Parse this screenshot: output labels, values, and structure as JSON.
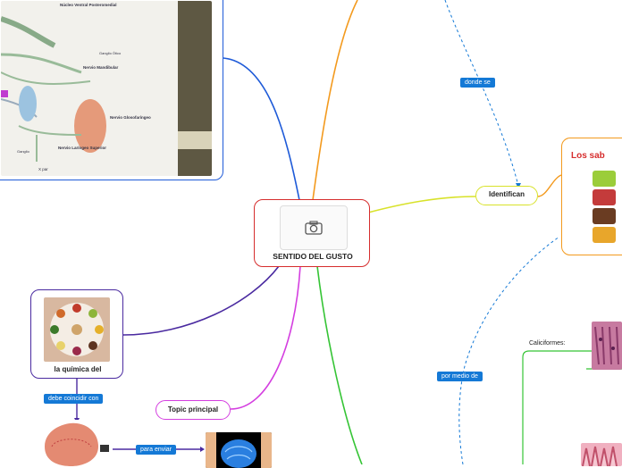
{
  "central": {
    "title": "SENTIDO DEL GUSTO",
    "icon": "camera-icon"
  },
  "nodes": {
    "identifican": "Identifican",
    "quimica": "la química del",
    "topic": "Topic principal",
    "caliciformes": "Caliciformes:",
    "sabores_title": "Los sab"
  },
  "tags": {
    "donde_se": "donde se",
    "debe_coincidir": "debe coincidir con",
    "para_enviar": "para enviar",
    "por_medio_de": "por medio de"
  },
  "nerve_image_labels": {
    "nucleo": "Núcleo Ventral Posteromedial",
    "mandibular": "Nervio Mandibular",
    "glosofaringeo": "Nervio Glosofaríngeo",
    "laringeo": "Nervio Laríngeo Superior",
    "ganglio_otico": "Ganglio Ótico",
    "ganglio": "Ganglio",
    "x_par": "X par"
  },
  "colors": {
    "blue": "#1f5bd8",
    "orange": "#f39a1e",
    "yellow": "#d8e22a",
    "green": "#35c435",
    "purple": "#4a2aa0",
    "magenta": "#d43ee0",
    "red": "#d62d2d",
    "tag_blue": "#1479d6"
  }
}
